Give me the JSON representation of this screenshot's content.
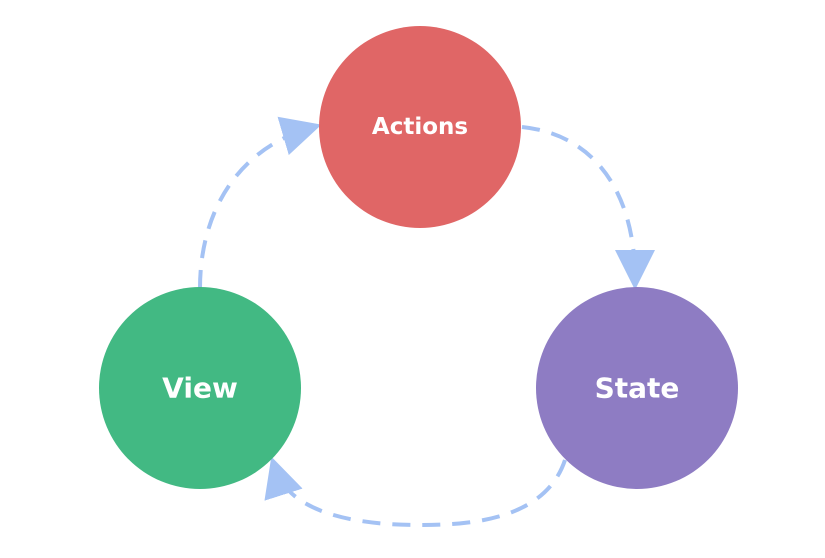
{
  "nodes": {
    "actions": {
      "label": "Actions",
      "color": "#e06666"
    },
    "state": {
      "label": "State",
      "color": "#8e7cc3"
    },
    "view": {
      "label": "View",
      "color": "#42b983"
    }
  },
  "arrow_color": "#a4c2f4"
}
